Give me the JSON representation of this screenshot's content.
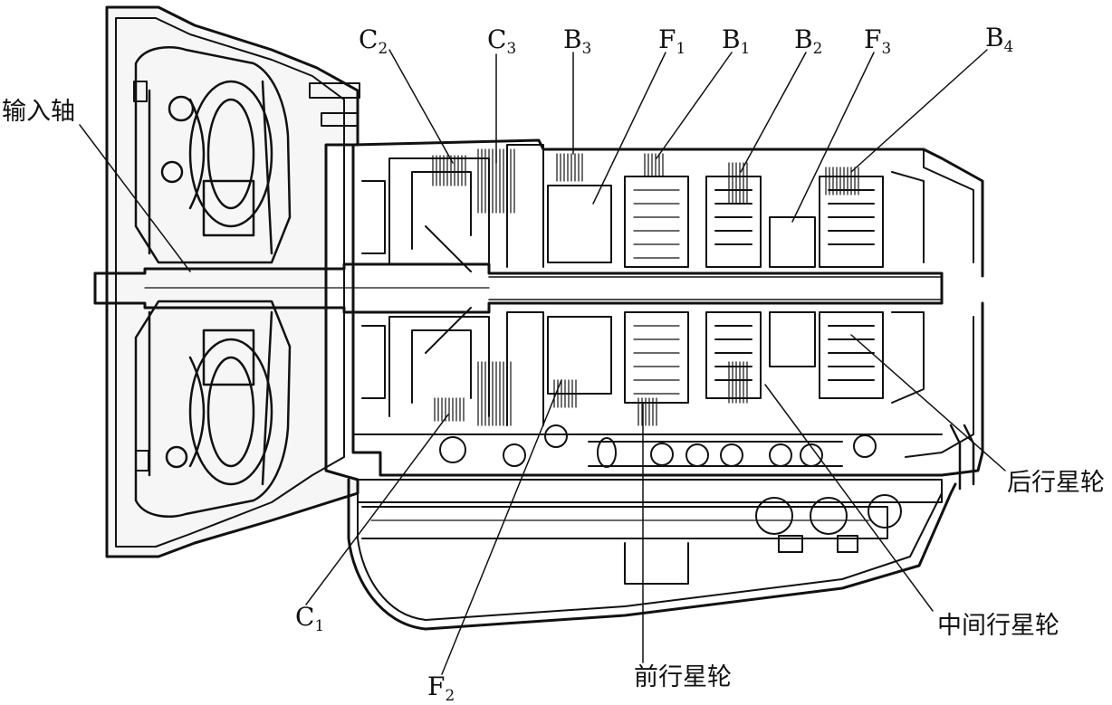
{
  "labels": {
    "input_shaft": "输入轴",
    "c2": {
      "main": "C",
      "sub": "2"
    },
    "c3": {
      "main": "C",
      "sub": "3"
    },
    "b3": {
      "main": "B",
      "sub": "3"
    },
    "f1": {
      "main": "F",
      "sub": "1"
    },
    "b1": {
      "main": "B",
      "sub": "1"
    },
    "b2": {
      "main": "B",
      "sub": "2"
    },
    "f3": {
      "main": "F",
      "sub": "3"
    },
    "b4": {
      "main": "B",
      "sub": "4"
    },
    "c1": {
      "main": "C",
      "sub": "1"
    },
    "f2": {
      "main": "F",
      "sub": "2"
    },
    "front_planetary": "前行星轮",
    "middle_planetary": "中间行星轮",
    "rear_planetary": "后行星轮"
  },
  "colors": {
    "ink": "#111111",
    "background": "#ffffff",
    "housing_fill": "#f6f6f6"
  }
}
